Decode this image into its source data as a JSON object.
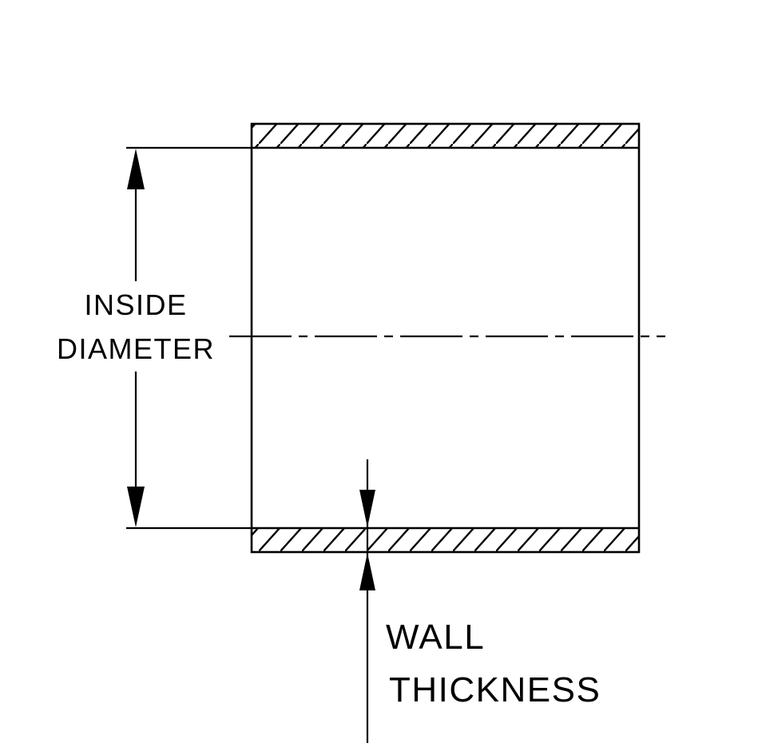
{
  "page": {
    "background_color": "#ffffff"
  },
  "diagram": {
    "type": "engineering-cross-section-tube",
    "line_color": "#000000",
    "hatch_style": "diagonal-45",
    "labels": {
      "inside_diameter": {
        "line1": "INSIDE",
        "line2": "DIAMETER"
      },
      "wall_thickness": {
        "line1": "WALL",
        "line2": "THICKNESS"
      }
    }
  }
}
